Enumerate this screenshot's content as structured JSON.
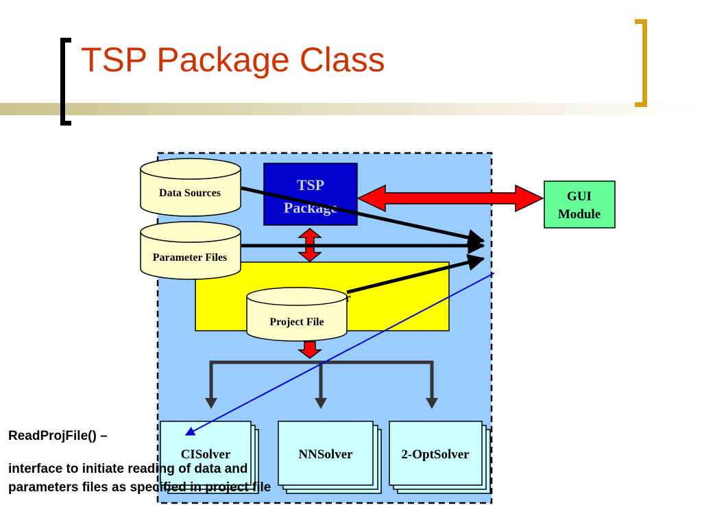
{
  "slide": {
    "title": "TSP Package Class"
  },
  "diagram": {
    "tsp_package_label": [
      "TSP",
      "Package"
    ],
    "gui_module_label": [
      "GUI",
      "Module"
    ],
    "yellow_box_partial_label": "er",
    "data_sources_label": "Data Sources",
    "parameter_files_label": "Parameter Files",
    "project_file_label": "Project File",
    "solvers": [
      "CISolver",
      "NNSolver",
      "2-OptSolver"
    ],
    "colors": {
      "panel": "#99ccff",
      "tsp_package": "#0000cc",
      "gui_module": "#66ff99",
      "yellow_box": "#ffff00",
      "cylinder": "#ffffcc",
      "solver": "#ccffff",
      "double_arrow": "#ff0000",
      "annotation_line": "#0000cc"
    }
  },
  "note": {
    "title": "ReadProjFile() –",
    "body": "interface to initiate reading of data and parameters files as specified in project file"
  }
}
